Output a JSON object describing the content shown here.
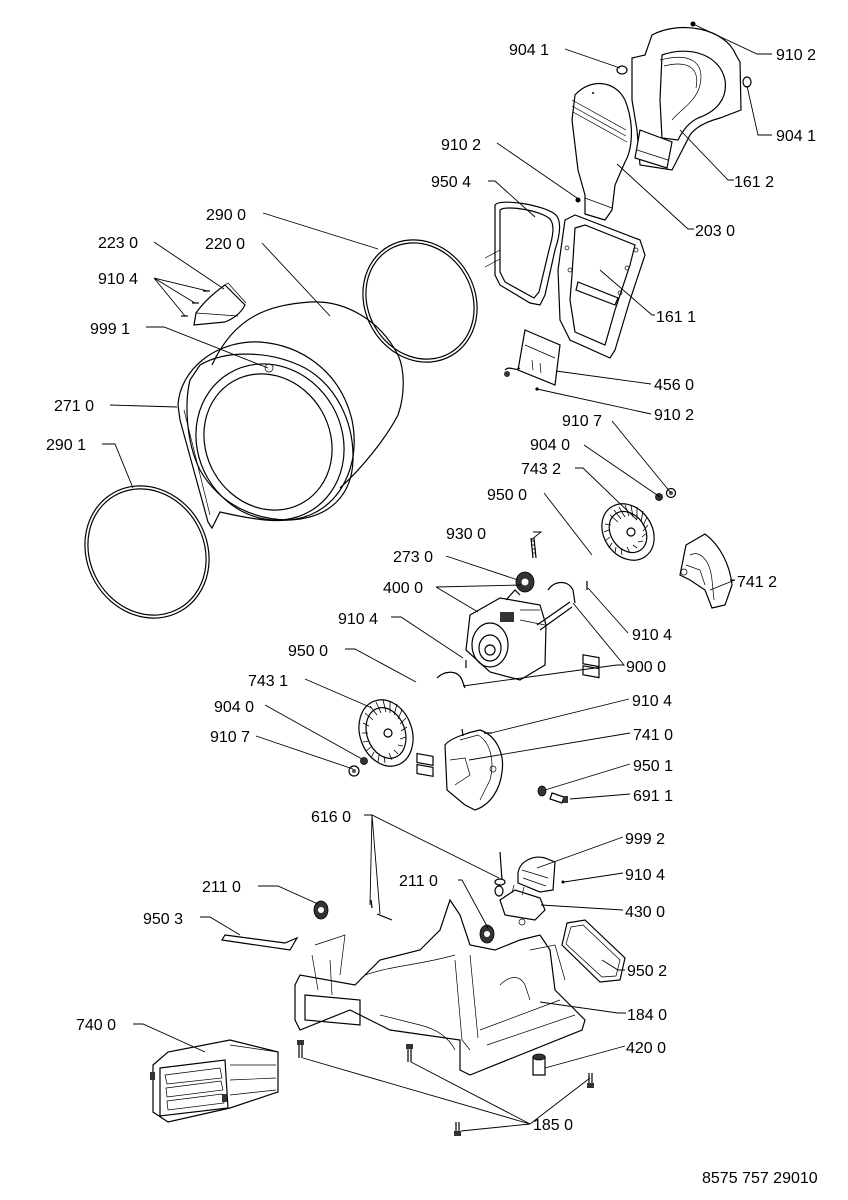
{
  "diagram": {
    "type": "exploded-parts-diagram",
    "document_number": "8575 757 29010",
    "callouts": [
      {
        "id": "c1",
        "label": "904 1"
      },
      {
        "id": "c2",
        "label": "910 2"
      },
      {
        "id": "c3",
        "label": "904 1"
      },
      {
        "id": "c4",
        "label": "161 2"
      },
      {
        "id": "c5",
        "label": "910 2"
      },
      {
        "id": "c6",
        "label": "950 4"
      },
      {
        "id": "c7",
        "label": "203 0"
      },
      {
        "id": "c8",
        "label": "290 0"
      },
      {
        "id": "c9",
        "label": "223 0"
      },
      {
        "id": "c10",
        "label": "220 0"
      },
      {
        "id": "c11",
        "label": "910 4"
      },
      {
        "id": "c12",
        "label": "999 1"
      },
      {
        "id": "c13",
        "label": "161 1"
      },
      {
        "id": "c14",
        "label": "456 0"
      },
      {
        "id": "c15",
        "label": "271 0"
      },
      {
        "id": "c16",
        "label": "910 2"
      },
      {
        "id": "c17",
        "label": "290 1"
      },
      {
        "id": "c18",
        "label": "910 7"
      },
      {
        "id": "c19",
        "label": "904  0"
      },
      {
        "id": "c20",
        "label": "743 2"
      },
      {
        "id": "c21",
        "label": "950 0"
      },
      {
        "id": "c22",
        "label": "930 0"
      },
      {
        "id": "c23",
        "label": "741 2"
      },
      {
        "id": "c24",
        "label": "273 0"
      },
      {
        "id": "c25",
        "label": "400 0"
      },
      {
        "id": "c26",
        "label": "910 4"
      },
      {
        "id": "c27",
        "label": "910 4"
      },
      {
        "id": "c28",
        "label": "900 0"
      },
      {
        "id": "c29",
        "label": "950 0"
      },
      {
        "id": "c30",
        "label": "910 4"
      },
      {
        "id": "c31",
        "label": "743 1"
      },
      {
        "id": "c32",
        "label": "741 0"
      },
      {
        "id": "c33",
        "label": "904  0"
      },
      {
        "id": "c34",
        "label": "910 7"
      },
      {
        "id": "c35",
        "label": "950 1"
      },
      {
        "id": "c36",
        "label": "691 1"
      },
      {
        "id": "c37",
        "label": "616 0"
      },
      {
        "id": "c38",
        "label": "999 2"
      },
      {
        "id": "c39",
        "label": "211 0"
      },
      {
        "id": "c40",
        "label": "910 4"
      },
      {
        "id": "c41",
        "label": "211 0"
      },
      {
        "id": "c42",
        "label": "430 0"
      },
      {
        "id": "c43",
        "label": "950 3"
      },
      {
        "id": "c44",
        "label": "950 2"
      },
      {
        "id": "c45",
        "label": "184 0"
      },
      {
        "id": "c46",
        "label": "740 0"
      },
      {
        "id": "c47",
        "label": "420 0"
      },
      {
        "id": "c48",
        "label": "185 0"
      }
    ]
  }
}
